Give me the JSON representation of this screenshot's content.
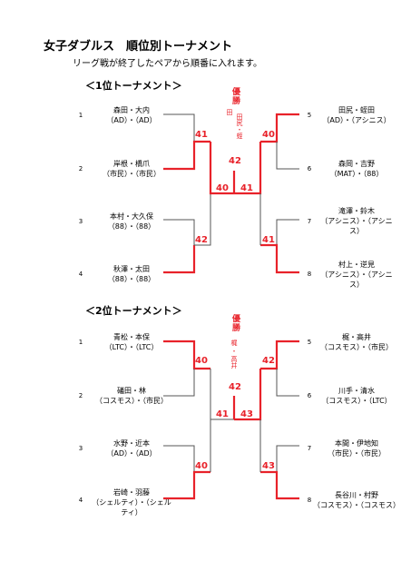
{
  "title": "女子ダブルス　順位別トーナメント",
  "subtitle": "リーグ戦が終了したペアから順番に入れます。",
  "colors": {
    "winner_line": "#e8222a",
    "line": "#555555",
    "score": "#e8222a"
  },
  "bracket1": {
    "label": "＜1位トーナメント＞",
    "winner_label": "優勝",
    "winner_names": [
      "田",
      "田尻・蛭"
    ],
    "left_teams": [
      {
        "seed": "1",
        "names": "森田・大内",
        "clubs": "（AD）・（AD）"
      },
      {
        "seed": "2",
        "names": "岸根・橋爪",
        "clubs": "（市民）・（市民）"
      },
      {
        "seed": "3",
        "names": "本村・大久保",
        "clubs": "（88）・（88）"
      },
      {
        "seed": "4",
        "names": "秋澤・太田",
        "clubs": "（88）・（88）"
      }
    ],
    "right_teams": [
      {
        "seed": "5",
        "names": "田尻・蛭田",
        "clubs": "（AD）・（アシニス）"
      },
      {
        "seed": "6",
        "names": "森岡・吉野",
        "clubs": "（MAT）・（88）"
      },
      {
        "seed": "7",
        "names": "滝澤・鈴木",
        "clubs": "（アシニス）・（アシニ",
        "clubs2": "ス）"
      },
      {
        "seed": "8",
        "names": "村上・逆見",
        "clubs": "（アシニス）・（アシニ",
        "clubs2": "ス）"
      }
    ],
    "scores": {
      "left_top": "41",
      "left_bottom": "42",
      "right_top": "40",
      "right_bottom": "41",
      "semi_left": "40",
      "semi_right": "41",
      "final": "42"
    }
  },
  "bracket2": {
    "label": "＜2位トーナメント＞",
    "winner_label": "優勝",
    "winner_names": [
      "梶",
      "・",
      "高井"
    ],
    "left_teams": [
      {
        "seed": "1",
        "names": "青松・本保",
        "clubs": "（LTC）・（LTC）"
      },
      {
        "seed": "2",
        "names": "礒田・林",
        "clubs": "（コスモス）・（市民）"
      },
      {
        "seed": "3",
        "names": "水野・近本",
        "clubs": "（AD）・（AD）"
      },
      {
        "seed": "4",
        "names": "岩崎・羽藤",
        "clubs": "（シェルティ）・（シェル",
        "clubs2": "ティ）"
      }
    ],
    "right_teams": [
      {
        "seed": "5",
        "names": "梶・高井",
        "clubs": "（コスモス）・（市民）"
      },
      {
        "seed": "6",
        "names": "川手・清水",
        "clubs": "（コスモス）・（LTC）"
      },
      {
        "seed": "7",
        "names": "本間・伊地知",
        "clubs": "（市民）・（市民）"
      },
      {
        "seed": "8",
        "names": "長谷川・村野",
        "clubs": "（コスモス）・（コスモス）"
      }
    ],
    "scores": {
      "left_top": "40",
      "left_bottom": "40",
      "right_top": "42",
      "right_bottom": "43",
      "semi_left": "41",
      "semi_right": "43",
      "final": "42"
    }
  }
}
